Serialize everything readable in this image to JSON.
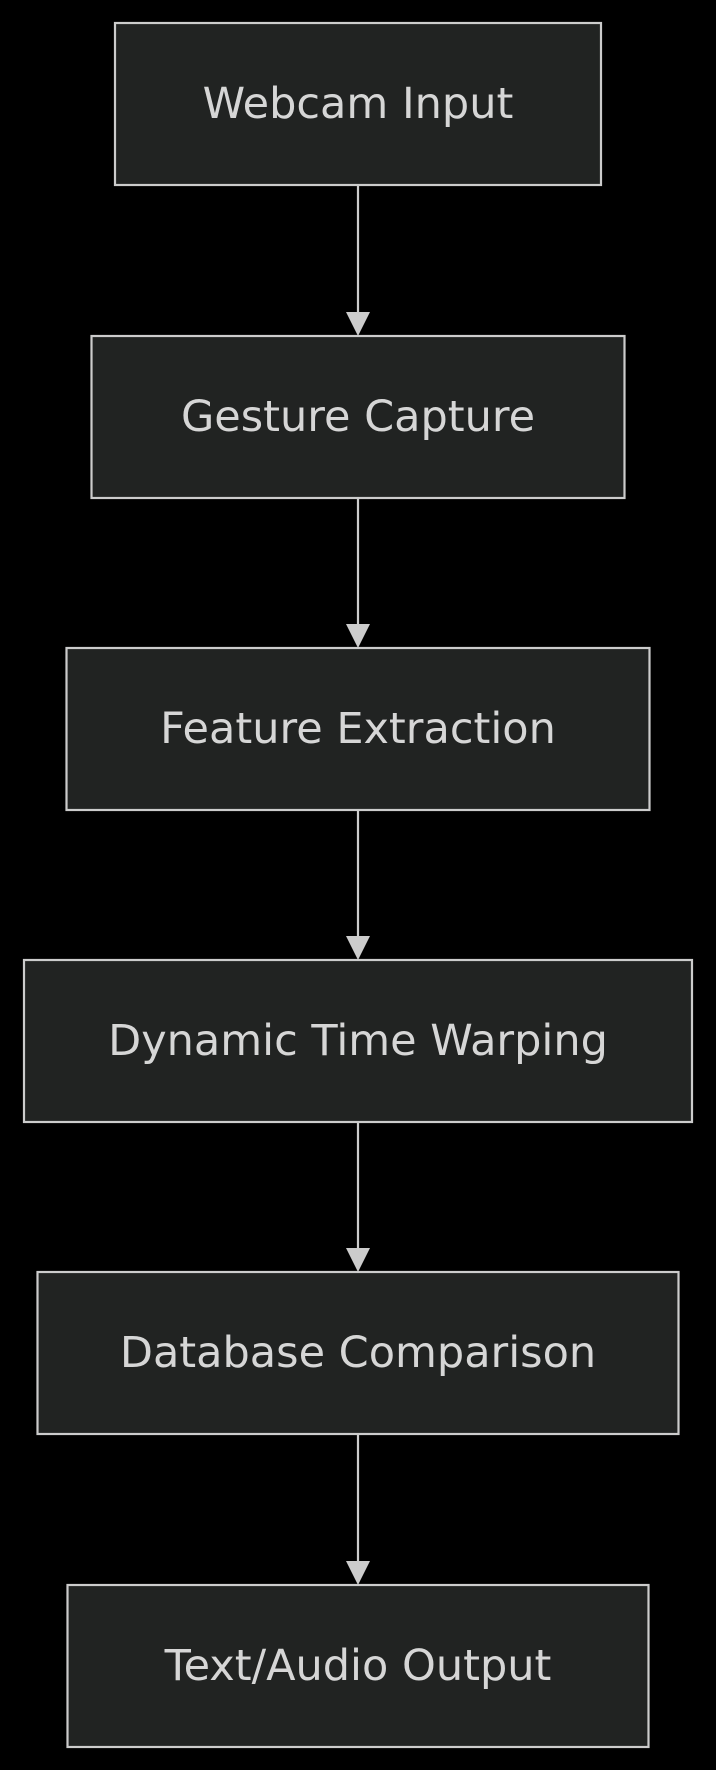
{
  "diagram": {
    "type": "flowchart",
    "direction": "top-to-bottom",
    "colors": {
      "background": "#000000",
      "node_fill": "#212322",
      "node_stroke": "#cccccc",
      "text": "#d6d6d6",
      "edge": "#cccccc"
    },
    "nodes": [
      {
        "id": "webcam-input",
        "label": "Webcam Input"
      },
      {
        "id": "gesture-capture",
        "label": "Gesture Capture"
      },
      {
        "id": "feature-extraction",
        "label": "Feature Extraction"
      },
      {
        "id": "dynamic-time-warping",
        "label": "Dynamic Time Warping"
      },
      {
        "id": "database-comparison",
        "label": "Database Comparison"
      },
      {
        "id": "text-audio-output",
        "label": "Text/Audio Output"
      }
    ],
    "edges": [
      {
        "from": "webcam-input",
        "to": "gesture-capture"
      },
      {
        "from": "gesture-capture",
        "to": "feature-extraction"
      },
      {
        "from": "feature-extraction",
        "to": "dynamic-time-warping"
      },
      {
        "from": "dynamic-time-warping",
        "to": "database-comparison"
      },
      {
        "from": "database-comparison",
        "to": "text-audio-output"
      }
    ]
  }
}
